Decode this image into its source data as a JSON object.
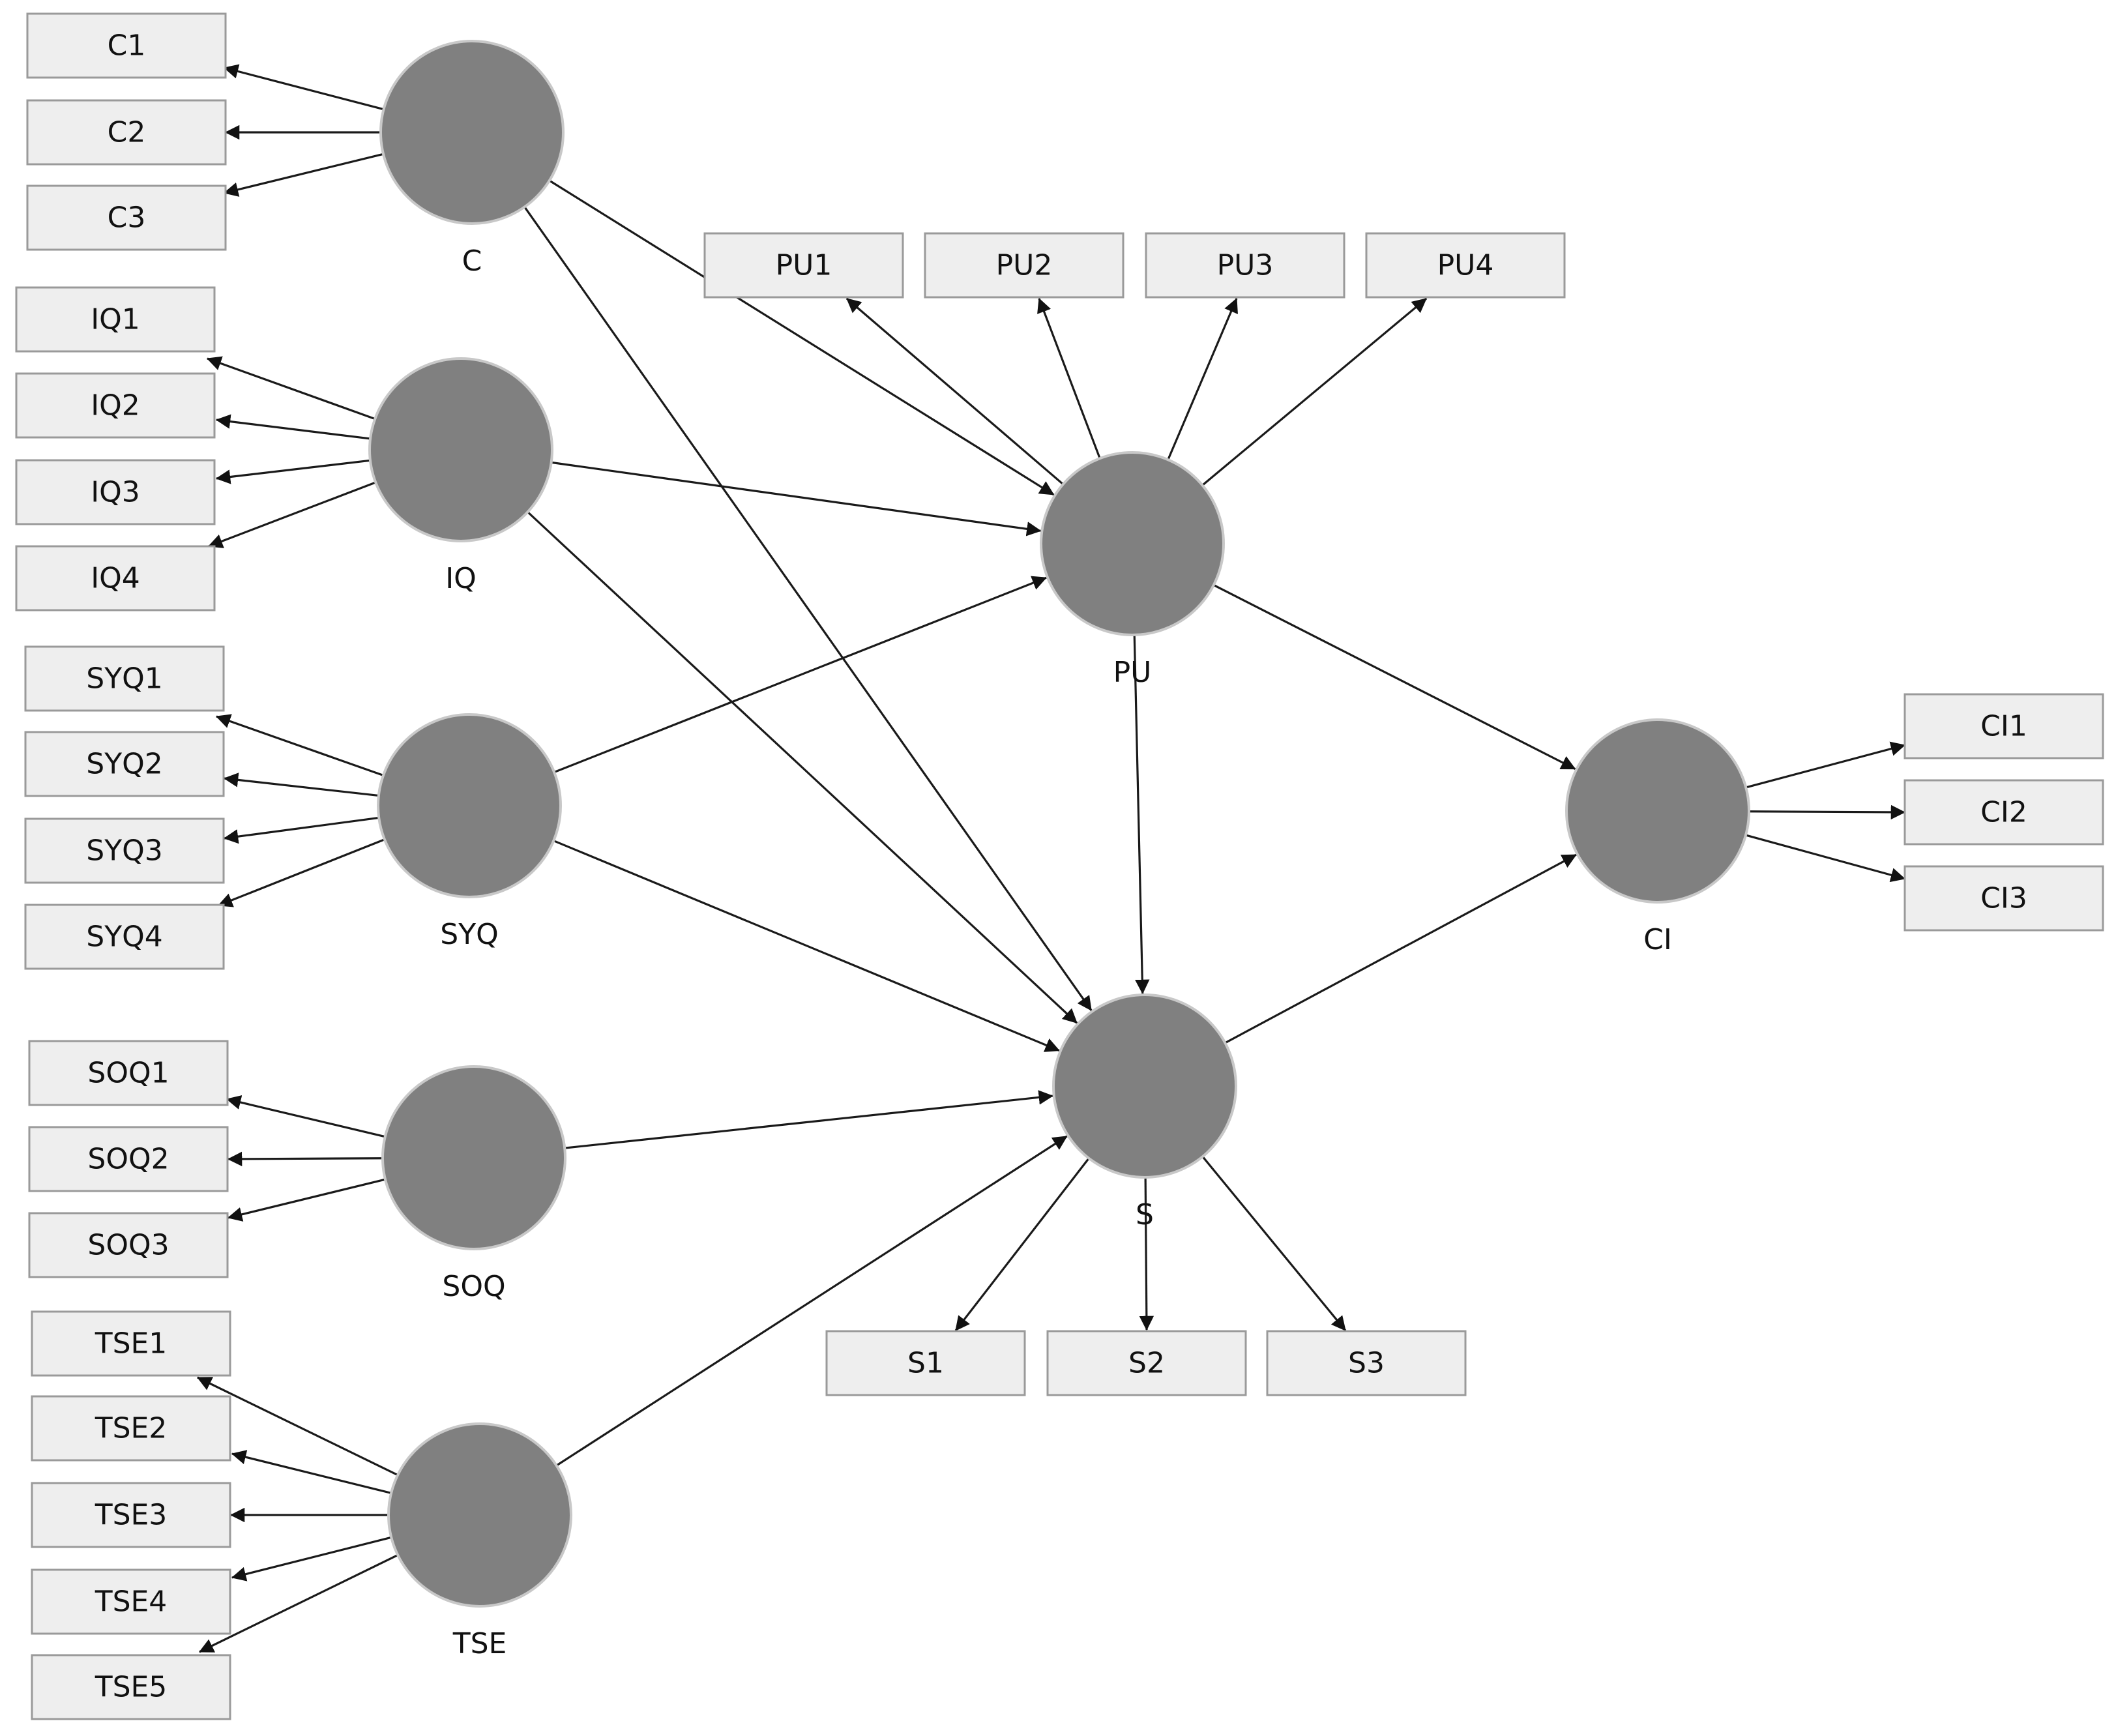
{
  "latents": [
    {
      "id": "C",
      "label": "C"
    },
    {
      "id": "IQ",
      "label": "IQ"
    },
    {
      "id": "SYQ",
      "label": "SYQ"
    },
    {
      "id": "SOQ",
      "label": "SOQ"
    },
    {
      "id": "TSE",
      "label": "TSE"
    },
    {
      "id": "PU",
      "label": "PU"
    },
    {
      "id": "S",
      "label": "S"
    },
    {
      "id": "CI",
      "label": "CI"
    }
  ],
  "indicators": [
    {
      "id": "C1",
      "label": "C1",
      "latent": "C"
    },
    {
      "id": "C2",
      "label": "C2",
      "latent": "C"
    },
    {
      "id": "C3",
      "label": "C3",
      "latent": "C"
    },
    {
      "id": "IQ1",
      "label": "IQ1",
      "latent": "IQ"
    },
    {
      "id": "IQ2",
      "label": "IQ2",
      "latent": "IQ"
    },
    {
      "id": "IQ3",
      "label": "IQ3",
      "latent": "IQ"
    },
    {
      "id": "IQ4",
      "label": "IQ4",
      "latent": "IQ"
    },
    {
      "id": "SYQ1",
      "label": "SYQ1",
      "latent": "SYQ"
    },
    {
      "id": "SYQ2",
      "label": "SYQ2",
      "latent": "SYQ"
    },
    {
      "id": "SYQ3",
      "label": "SYQ3",
      "latent": "SYQ"
    },
    {
      "id": "SYQ4",
      "label": "SYQ4",
      "latent": "SYQ"
    },
    {
      "id": "SOQ1",
      "label": "SOQ1",
      "latent": "SOQ"
    },
    {
      "id": "SOQ2",
      "label": "SOQ2",
      "latent": "SOQ"
    },
    {
      "id": "SOQ3",
      "label": "SOQ3",
      "latent": "SOQ"
    },
    {
      "id": "TSE1",
      "label": "TSE1",
      "latent": "TSE"
    },
    {
      "id": "TSE2",
      "label": "TSE2",
      "latent": "TSE"
    },
    {
      "id": "TSE3",
      "label": "TSE3",
      "latent": "TSE"
    },
    {
      "id": "TSE4",
      "label": "TSE4",
      "latent": "TSE"
    },
    {
      "id": "TSE5",
      "label": "TSE5",
      "latent": "TSE"
    },
    {
      "id": "PU1",
      "label": "PU1",
      "latent": "PU"
    },
    {
      "id": "PU2",
      "label": "PU2",
      "latent": "PU"
    },
    {
      "id": "PU3",
      "label": "PU3",
      "latent": "PU"
    },
    {
      "id": "PU4",
      "label": "PU4",
      "latent": "PU"
    },
    {
      "id": "S1",
      "label": "S1",
      "latent": "S"
    },
    {
      "id": "S2",
      "label": "S2",
      "latent": "S"
    },
    {
      "id": "S3",
      "label": "S3",
      "latent": "S"
    },
    {
      "id": "CI1",
      "label": "CI1",
      "latent": "CI"
    },
    {
      "id": "CI2",
      "label": "CI2",
      "latent": "CI"
    },
    {
      "id": "CI3",
      "label": "CI3",
      "latent": "CI"
    }
  ],
  "paths": [
    {
      "from": "C",
      "to": "PU"
    },
    {
      "from": "C",
      "to": "S"
    },
    {
      "from": "IQ",
      "to": "PU"
    },
    {
      "from": "IQ",
      "to": "S"
    },
    {
      "from": "SYQ",
      "to": "PU"
    },
    {
      "from": "SYQ",
      "to": "S"
    },
    {
      "from": "SOQ",
      "to": "S"
    },
    {
      "from": "TSE",
      "to": "S"
    },
    {
      "from": "PU",
      "to": "S"
    },
    {
      "from": "PU",
      "to": "CI"
    },
    {
      "from": "S",
      "to": "CI"
    }
  ]
}
